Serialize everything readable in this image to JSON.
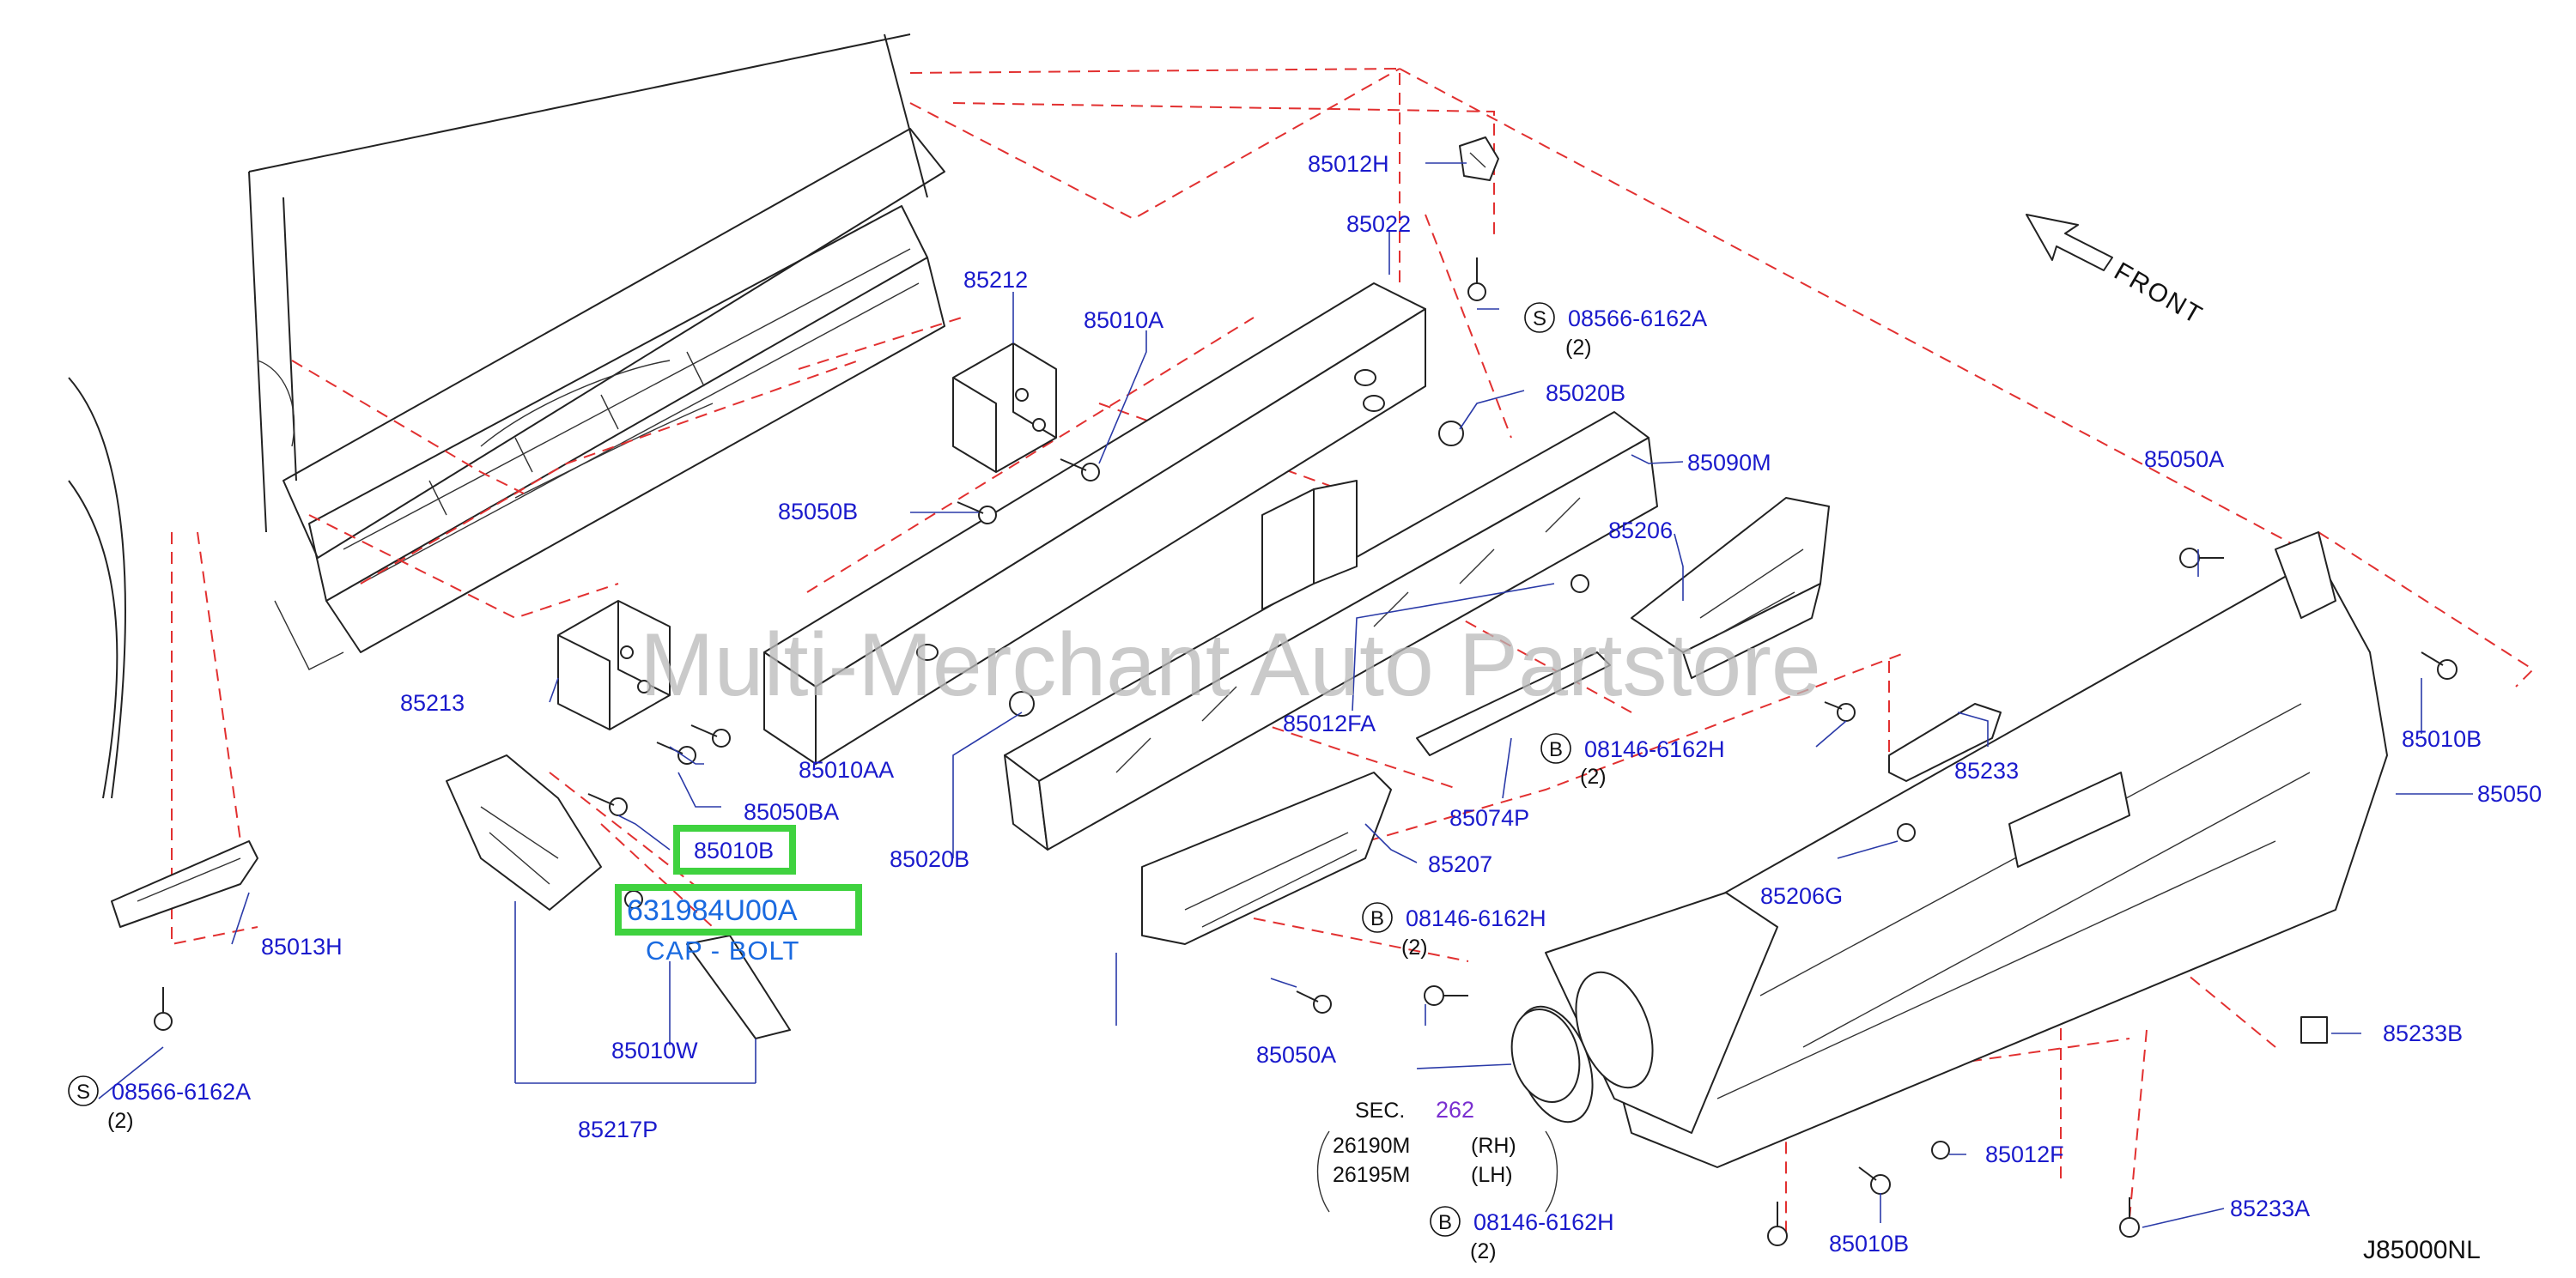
{
  "diagram_code": "J85000NL",
  "watermark": "Multi-Merchant Auto Partstore",
  "front_label": "FRONT",
  "highlight": {
    "part": "631984U00A",
    "desc": "CAP - BOLT",
    "color": "#3fd23f"
  },
  "colors": {
    "label": "#1a1acc",
    "dash": "#e23030",
    "sec_ref": "#7a2fd0"
  },
  "labels": {
    "l85012H": "85012H",
    "l85022": "85022",
    "l85212": "85212",
    "l85010A": "85010A",
    "l85020B_a": "85020B",
    "l85090M": "85090M",
    "l85050A_a": "85050A",
    "l85206": "85206",
    "l85050B_a": "85050B",
    "l85213": "85213",
    "l85010AA": "85010AA",
    "l85050BA": "85050BA",
    "l85010B_hl": "85010B",
    "l85013H": "85013H",
    "l85010W": "85010W",
    "l85217P": "85217P",
    "l85020B_b": "85020B",
    "l85012FA": "85012FA",
    "l85074P": "85074P",
    "l85233": "85233",
    "l85206G": "85206G",
    "l85010B_b": "85010B",
    "l85050": "85050",
    "l85207": "85207",
    "l85050A_b": "85050A",
    "l85233B": "85233B",
    "l85012F": "85012F",
    "l85010B_c": "85010B",
    "l85233A": "85233A"
  },
  "bolts": {
    "b1": {
      "code": "S",
      "part": "08566-6162A",
      "qty": "(2)"
    },
    "b2": {
      "code": "B",
      "part": "08146-6162H",
      "qty": "(2)"
    },
    "b3": {
      "code": "B",
      "part": "08146-6162H",
      "qty": "(2)"
    },
    "b4": {
      "code": "S",
      "part": "08566-6162A",
      "qty": "(2)"
    },
    "b5": {
      "code": "B",
      "part": "08146-6162H",
      "qty": "(2)"
    }
  },
  "sec": {
    "prefix": "SEC.",
    "ref": "262",
    "rows": [
      {
        "part": "26190M",
        "side": "(RH)"
      },
      {
        "part": "26195M",
        "side": "(LH)"
      }
    ]
  }
}
